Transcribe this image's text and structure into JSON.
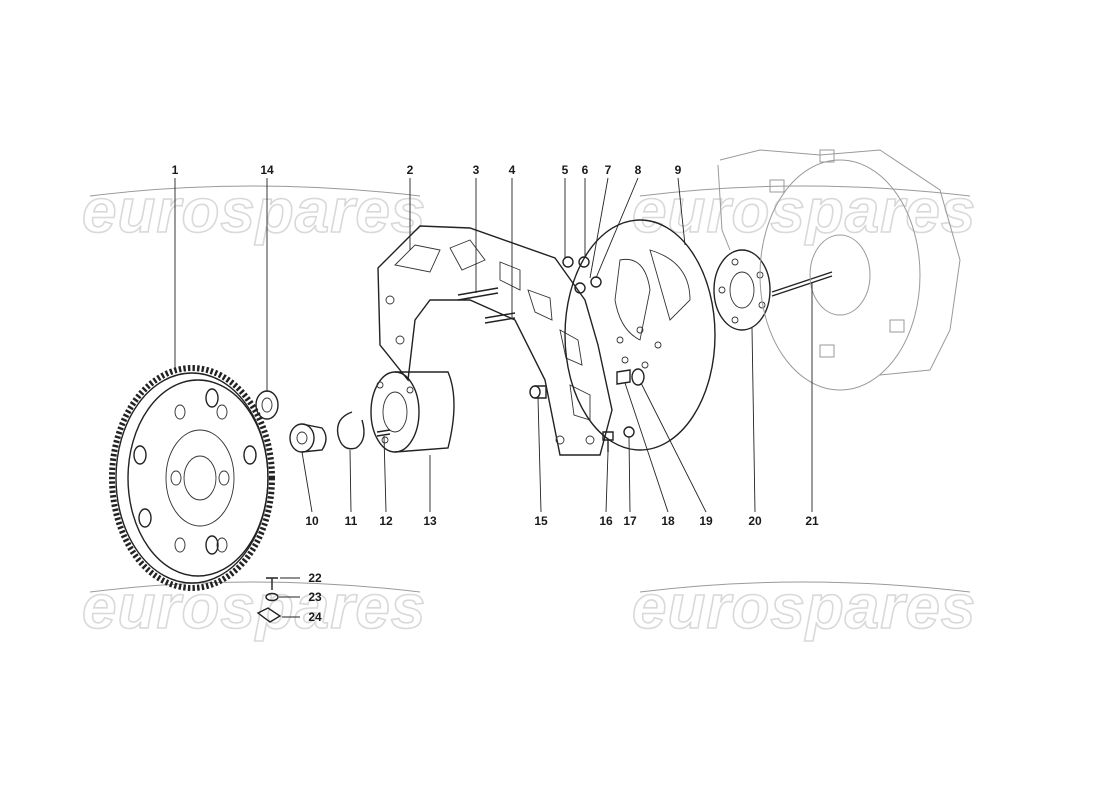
{
  "watermark": {
    "text": "eurospares"
  },
  "callouts": [
    {
      "id": "c1",
      "label": "1"
    },
    {
      "id": "c2",
      "label": "2"
    },
    {
      "id": "c3",
      "label": "3"
    },
    {
      "id": "c4",
      "label": "4"
    },
    {
      "id": "c5",
      "label": "5"
    },
    {
      "id": "c6",
      "label": "6"
    },
    {
      "id": "c7",
      "label": "7"
    },
    {
      "id": "c8",
      "label": "8"
    },
    {
      "id": "c9",
      "label": "9"
    },
    {
      "id": "c10",
      "label": "10"
    },
    {
      "id": "c11",
      "label": "11"
    },
    {
      "id": "c12",
      "label": "12"
    },
    {
      "id": "c13",
      "label": "13"
    },
    {
      "id": "c14",
      "label": "14"
    },
    {
      "id": "c15",
      "label": "15"
    },
    {
      "id": "c16",
      "label": "16"
    },
    {
      "id": "c17",
      "label": "17"
    },
    {
      "id": "c18",
      "label": "18"
    },
    {
      "id": "c19",
      "label": "19"
    },
    {
      "id": "c20",
      "label": "20"
    },
    {
      "id": "c21",
      "label": "21"
    },
    {
      "id": "c22",
      "label": "22"
    },
    {
      "id": "c23",
      "label": "23"
    },
    {
      "id": "c24",
      "label": "24"
    }
  ],
  "colors": {
    "line": "#222222",
    "watermark": "#d9d9d9",
    "background": "#ffffff"
  }
}
